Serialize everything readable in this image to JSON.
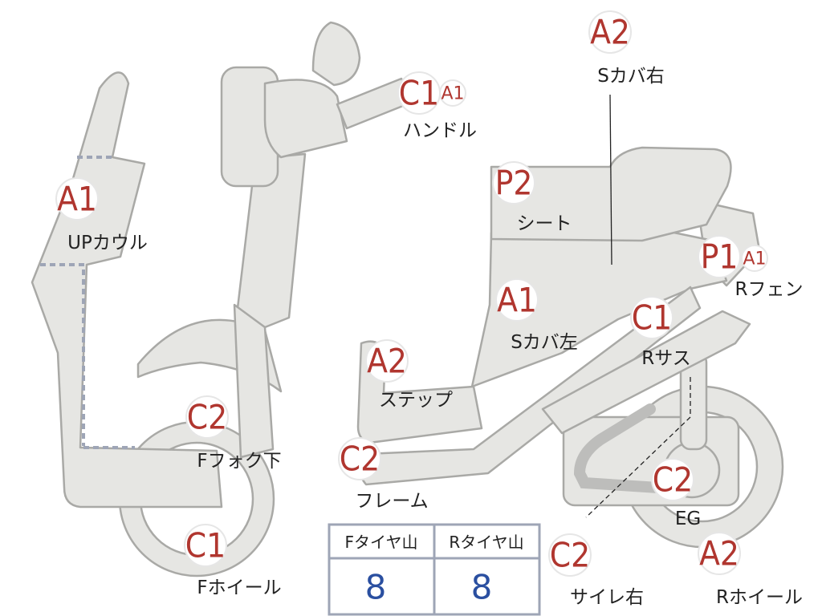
{
  "parts": {
    "up_cowl": {
      "grade": "A1",
      "label": "UPカウル"
    },
    "handle": {
      "grade": "C1",
      "sub_grade": "A1",
      "label": "ハンドル"
    },
    "cover_right": {
      "grade": "A2",
      "label": "Sカバ右"
    },
    "seat": {
      "grade": "P2",
      "label": "シート"
    },
    "rear_fender": {
      "grade": "P1",
      "sub_grade": "A1",
      "label": "Rフェン"
    },
    "cover_left": {
      "grade": "A1",
      "label": "Sカバ左"
    },
    "step": {
      "grade": "A2",
      "label": "ステップ"
    },
    "rear_susp": {
      "grade": "C1",
      "label": "Rサス"
    },
    "front_fork": {
      "grade": "C2",
      "label": "Fフォク下"
    },
    "frame": {
      "grade": "C2",
      "label": "フレーム"
    },
    "engine": {
      "grade": "C2",
      "label": "EG"
    },
    "front_wheel": {
      "grade": "C1",
      "label": "Fホイール"
    },
    "muffler": {
      "grade": "C2",
      "label": "サイレ右"
    },
    "rear_wheel": {
      "grade": "A2",
      "label": "Rホイール"
    }
  },
  "tire_table": {
    "headers": [
      "Fタイヤ山",
      "Rタイヤ山"
    ],
    "values": [
      "8",
      "8"
    ]
  }
}
